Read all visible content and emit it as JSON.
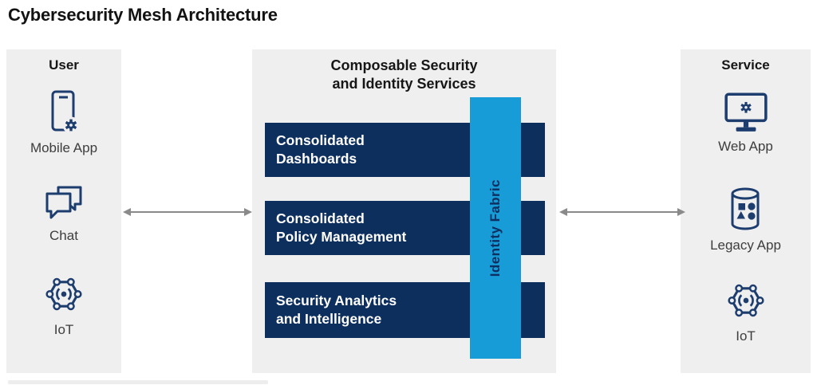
{
  "title": "Cybersecurity Mesh Architecture",
  "user_panel": {
    "heading": "User",
    "items": [
      {
        "icon": "mobile-app-icon",
        "label": "Mobile App"
      },
      {
        "icon": "chat-icon",
        "label": "Chat"
      },
      {
        "icon": "iot-icon",
        "label": "IoT"
      }
    ]
  },
  "services_panel": {
    "heading_line1": "Composable Security",
    "heading_line2": "and Identity Services",
    "bars": [
      {
        "lines": [
          "Consolidated",
          "Dashboards"
        ]
      },
      {
        "lines": [
          "Consolidated",
          "Policy Management"
        ]
      },
      {
        "lines": [
          "Security Analytics",
          "and Intelligence"
        ]
      }
    ],
    "identity_fabric_label": "Identity Fabric"
  },
  "service_panel": {
    "heading": "Service",
    "items": [
      {
        "icon": "web-app-icon",
        "label": "Web App"
      },
      {
        "icon": "legacy-app-icon",
        "label": "Legacy App"
      },
      {
        "icon": "iot-icon",
        "label": "IoT"
      }
    ]
  },
  "connections": [
    {
      "from": "User",
      "to": "Composable Security and Identity Services",
      "type": "bidirectional-arrow"
    },
    {
      "from": "Composable Security and Identity Services",
      "to": "Service",
      "type": "bidirectional-arrow"
    }
  ],
  "colors": {
    "panel_background": "#efefef",
    "bar_navy": "#0d2f5e",
    "identity_fabric_blue": "#189cd8",
    "identity_fabric_text": "#0d3060",
    "icon_navy": "#1d3d6e",
    "arrow_gray": "#8a8a8a",
    "label_text": "#3d3d3d",
    "heading_text": "#121212"
  }
}
